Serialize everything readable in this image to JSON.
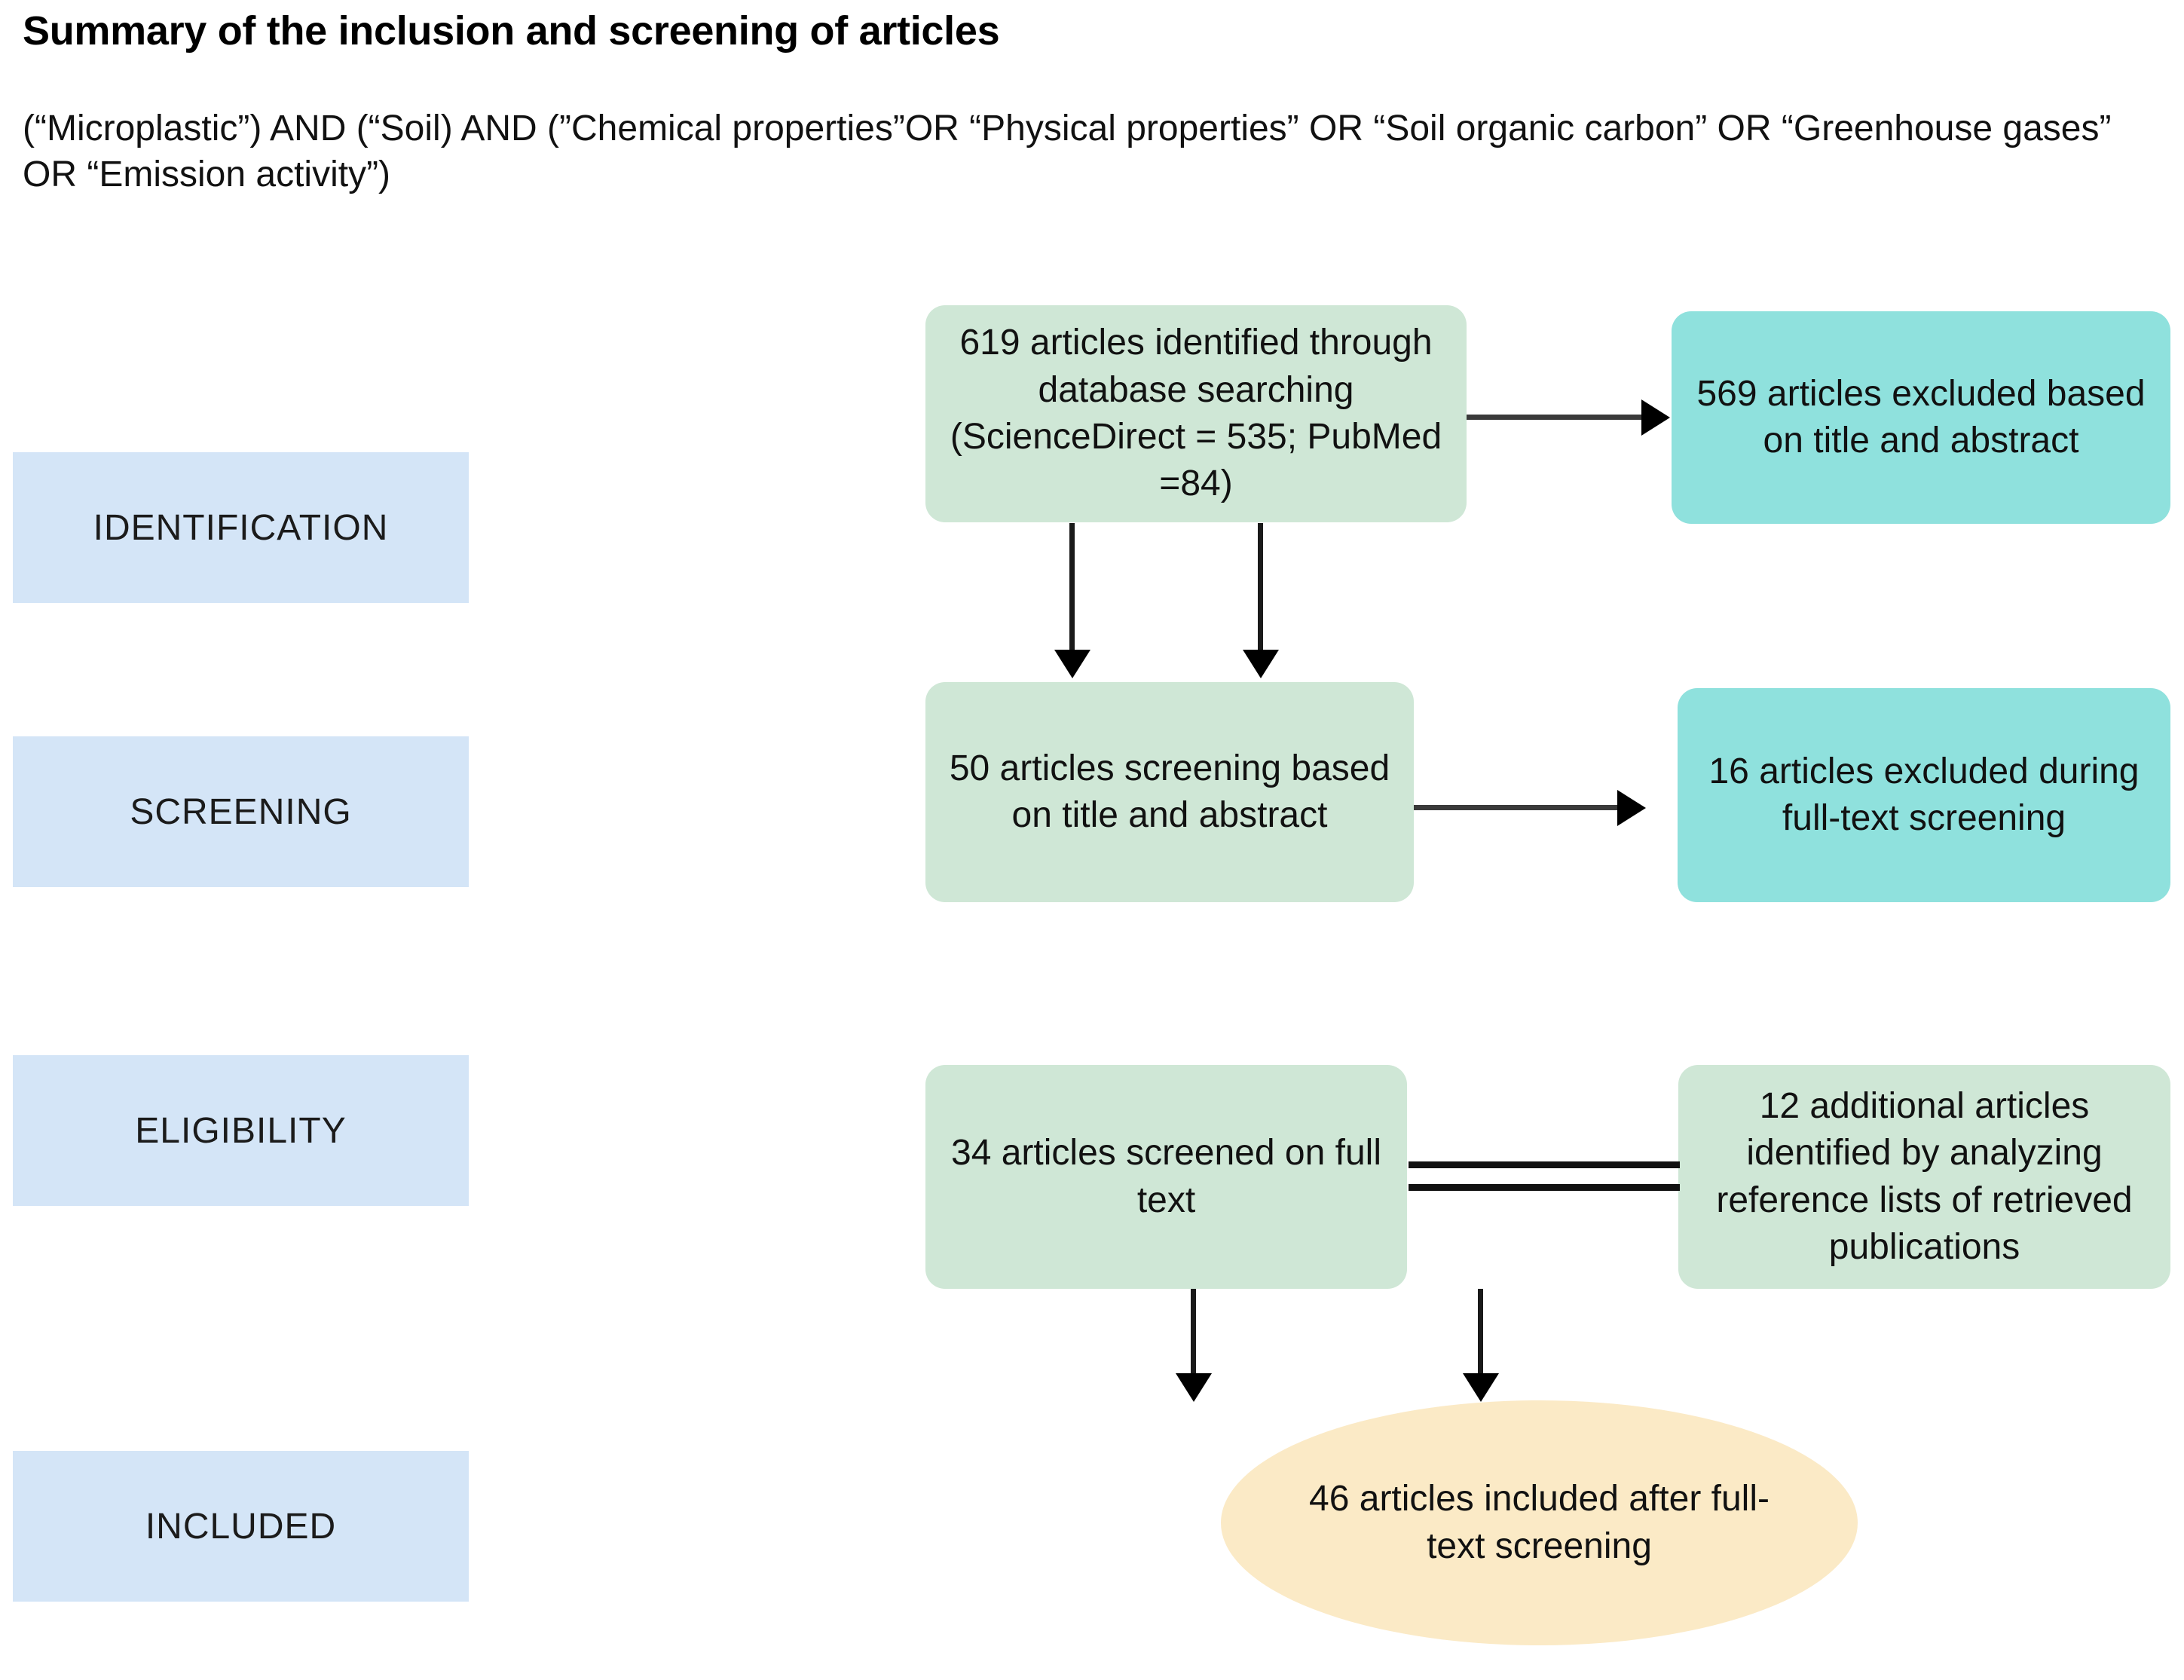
{
  "header": {
    "title": "Summary of the inclusion and screening of articles",
    "query": "(“Microplastic”) AND (“Soil) AND (”Chemical properties”OR “Physical properties” OR “Soil organic carbon” OR “Greenhouse gases” OR “Emission activity”)"
  },
  "stages": [
    {
      "label": "IDENTIFICATION"
    },
    {
      "label": "SCREENING"
    },
    {
      "label": "ELIGIBILITY"
    },
    {
      "label": "INCLUDED"
    }
  ],
  "nodes": {
    "identified": {
      "text": "619 articles identified through database searching (ScienceDirect = 535; PubMed =84)",
      "color": "#cfe7d6"
    },
    "excluded_title_abstract": {
      "text": "569 articles excluded based on title and abstract",
      "color": "#8fe1dd"
    },
    "screening_title_abstract": {
      "text": "50 articles screening based on title and abstract",
      "color": "#cfe7d6"
    },
    "excluded_full_text": {
      "text": "16 articles excluded during full-text screening",
      "color": "#8fe1dd"
    },
    "screened_full_text": {
      "text": "34 articles screened on full text",
      "color": "#cfe7d6"
    },
    "additional_articles": {
      "text": "12 additional articles identified by analyzing reference lists of retrieved publications",
      "color": "#cfe7d6"
    },
    "included": {
      "text": "46 articles included after full-text screening",
      "color": "#fbeac6"
    }
  },
  "chart_data": {
    "type": "diagram",
    "title": "Summary of the inclusion and screening of articles",
    "counts": {
      "identified_total": 619,
      "sciencedirect": 535,
      "pubmed": 84,
      "excluded_on_title_and_abstract": 569,
      "screened_on_title_and_abstract": 50,
      "excluded_during_full_text": 16,
      "screened_on_full_text": 34,
      "additional_from_reference_lists": 12,
      "included_after_full_text": 46
    },
    "stages": [
      "IDENTIFICATION",
      "SCREENING",
      "ELIGIBILITY",
      "INCLUDED"
    ],
    "palette": {
      "stage_label": "#d4e5f7",
      "included_flow": "#cfe7d6",
      "excluded_flow": "#8fe1dd",
      "final": "#fbeac6",
      "connector": "#000000"
    }
  }
}
